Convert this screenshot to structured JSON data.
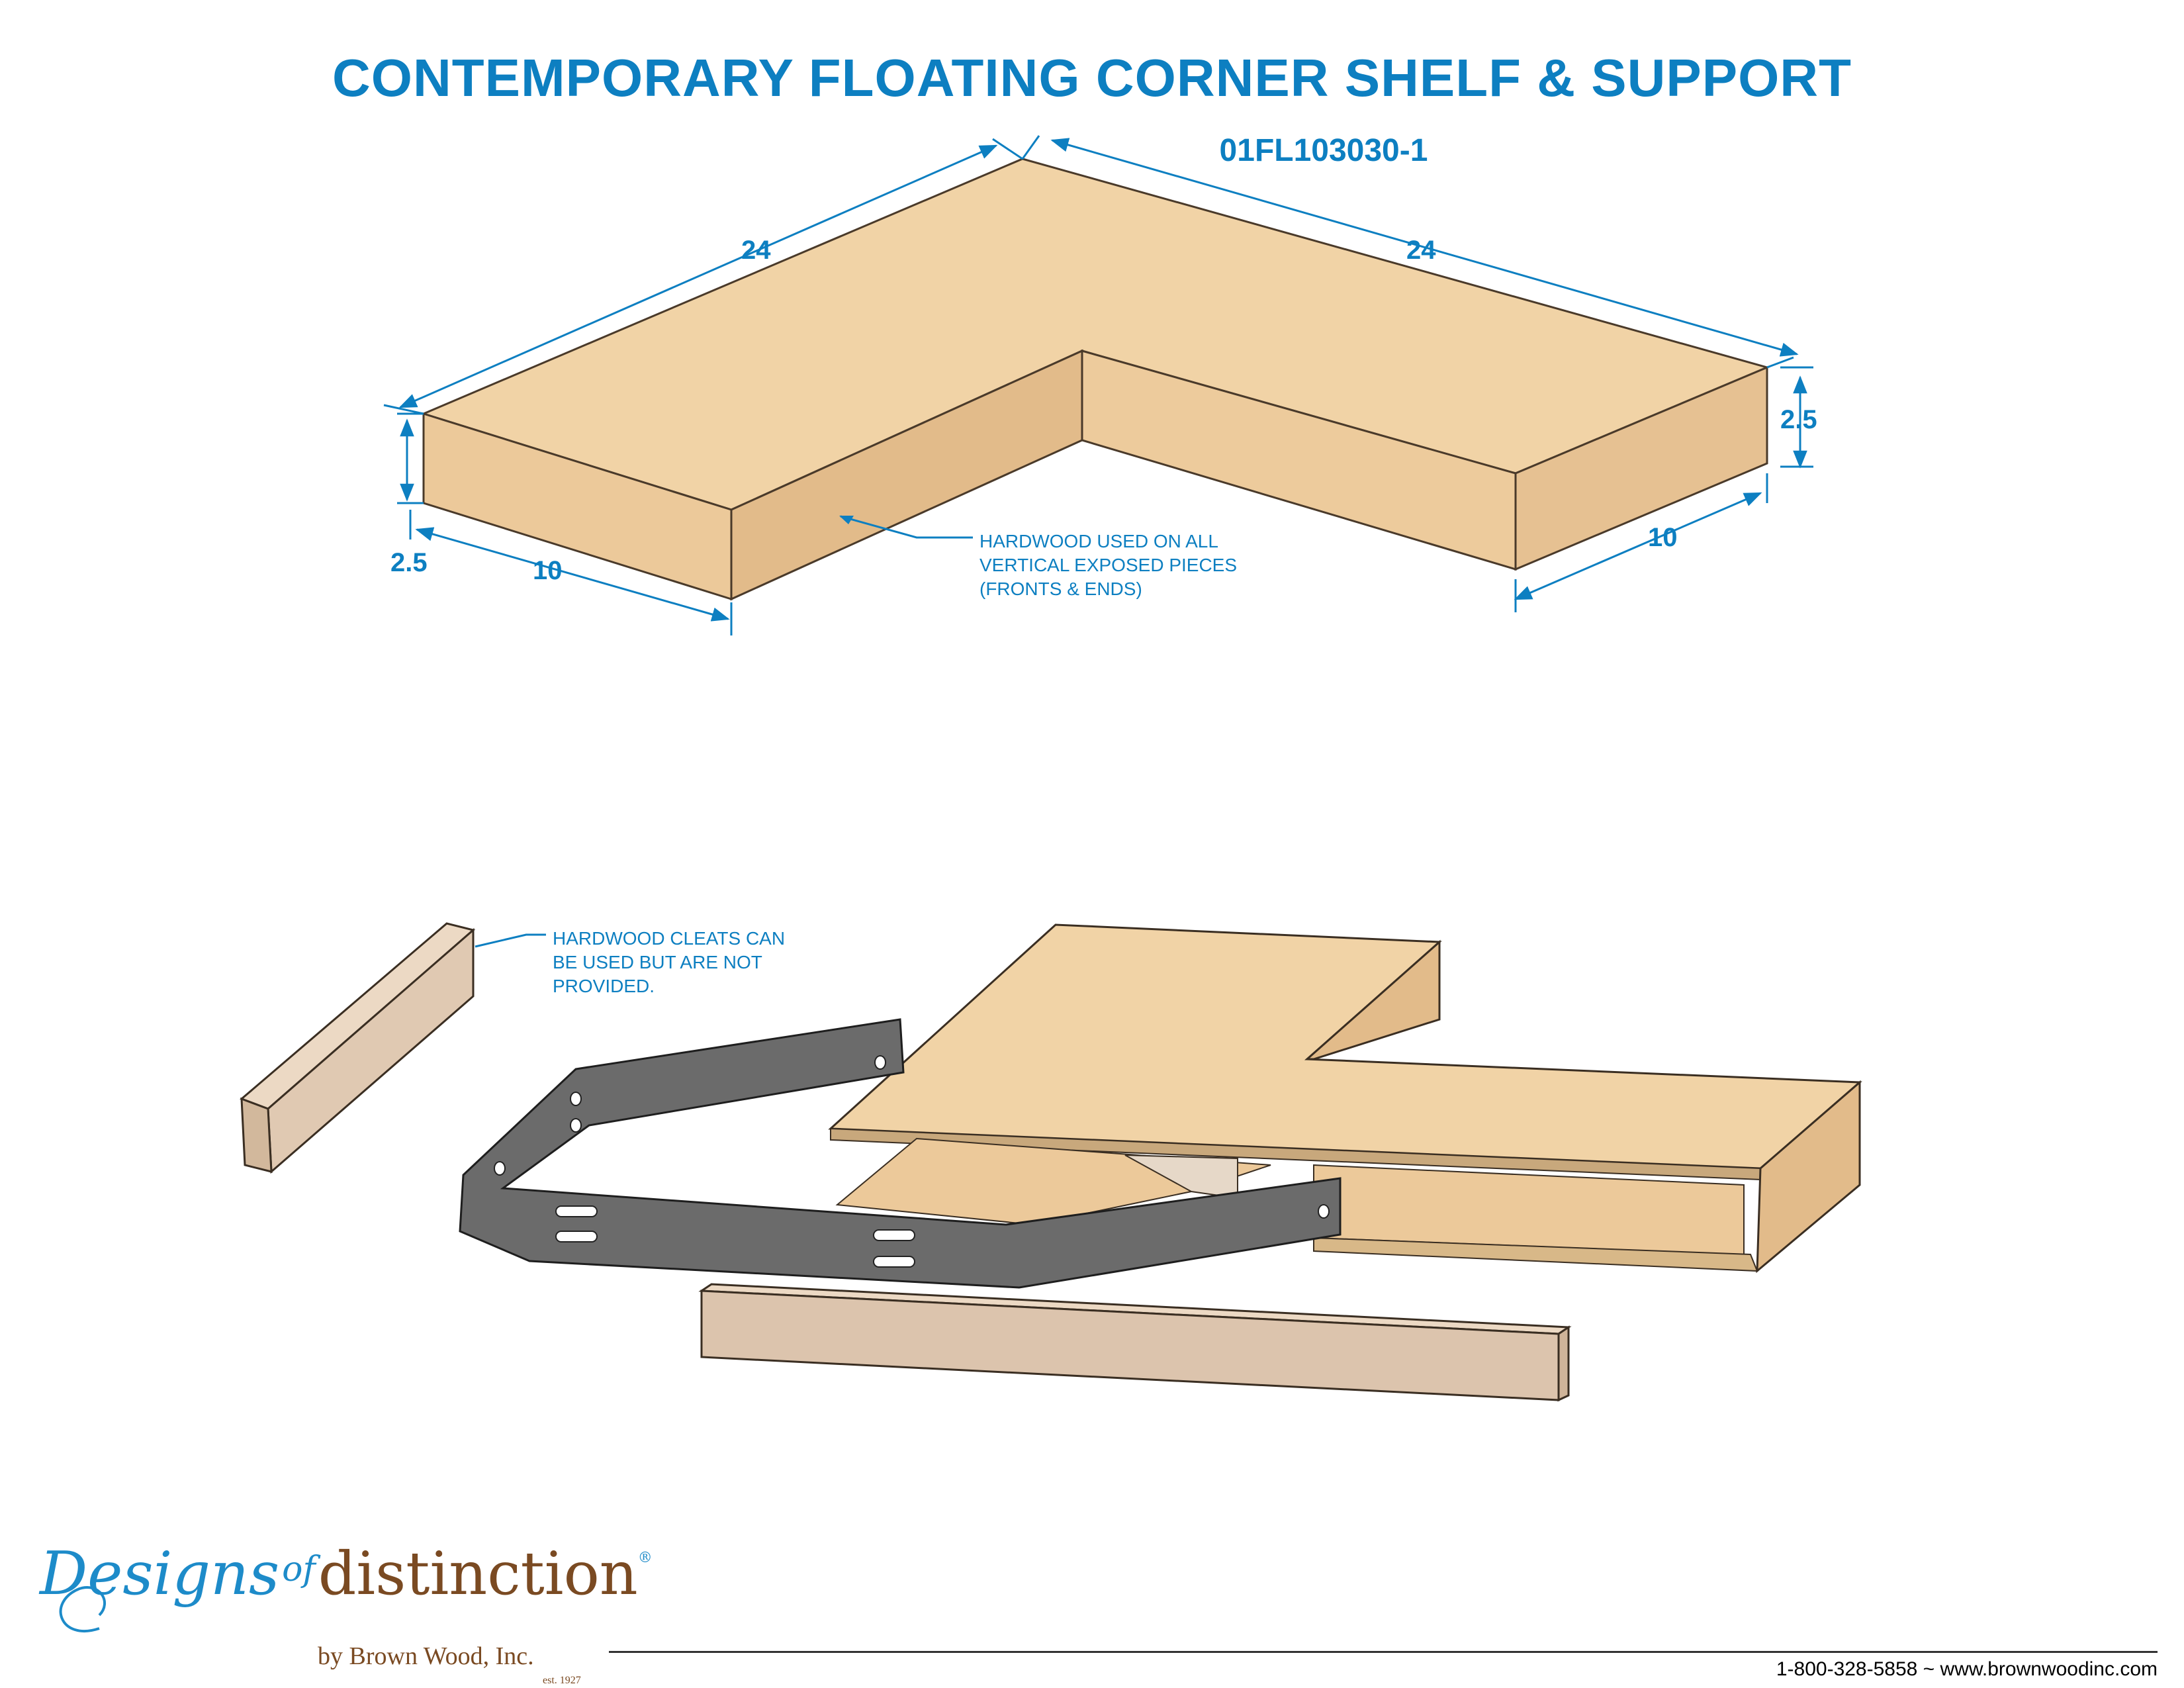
{
  "title": "CONTEMPORARY FLOATING CORNER SHELF & SUPPORT",
  "part_number": "01FL103030-1",
  "dimensions": {
    "left_length": "24",
    "right_length": "24",
    "left_height": "2.5",
    "right_height": "2.5",
    "left_depth": "10",
    "right_depth": "10"
  },
  "notes": {
    "hardwood_vertical": "HARDWOOD USED ON ALL\nVERTICAL EXPOSED PIECES\n(FRONTS & ENDS)",
    "hardwood_cleats": "HARDWOOD CLEATS CAN\nBE USED BUT ARE NOT\nPROVIDED."
  },
  "brand": {
    "name_script": "Designs",
    "name_of": "of",
    "name_main": "distinction",
    "registered": "®",
    "by_line": "by Brown Wood, Inc.",
    "est": "est. 1927"
  },
  "footer": {
    "contact": "1-800-328-5858 ~ www.brownwoodinc.com"
  },
  "colors": {
    "accent_blue": "#0d7fc1",
    "brand_blue": "#1d8bc9",
    "brand_brown": "#7a4a22",
    "wood_top": "#f1d3a6",
    "wood_front": "#ecc99a",
    "wood_end": "#e2bb8a",
    "bracket": "#6b6b6b",
    "cleat": "#e0c9b2"
  }
}
